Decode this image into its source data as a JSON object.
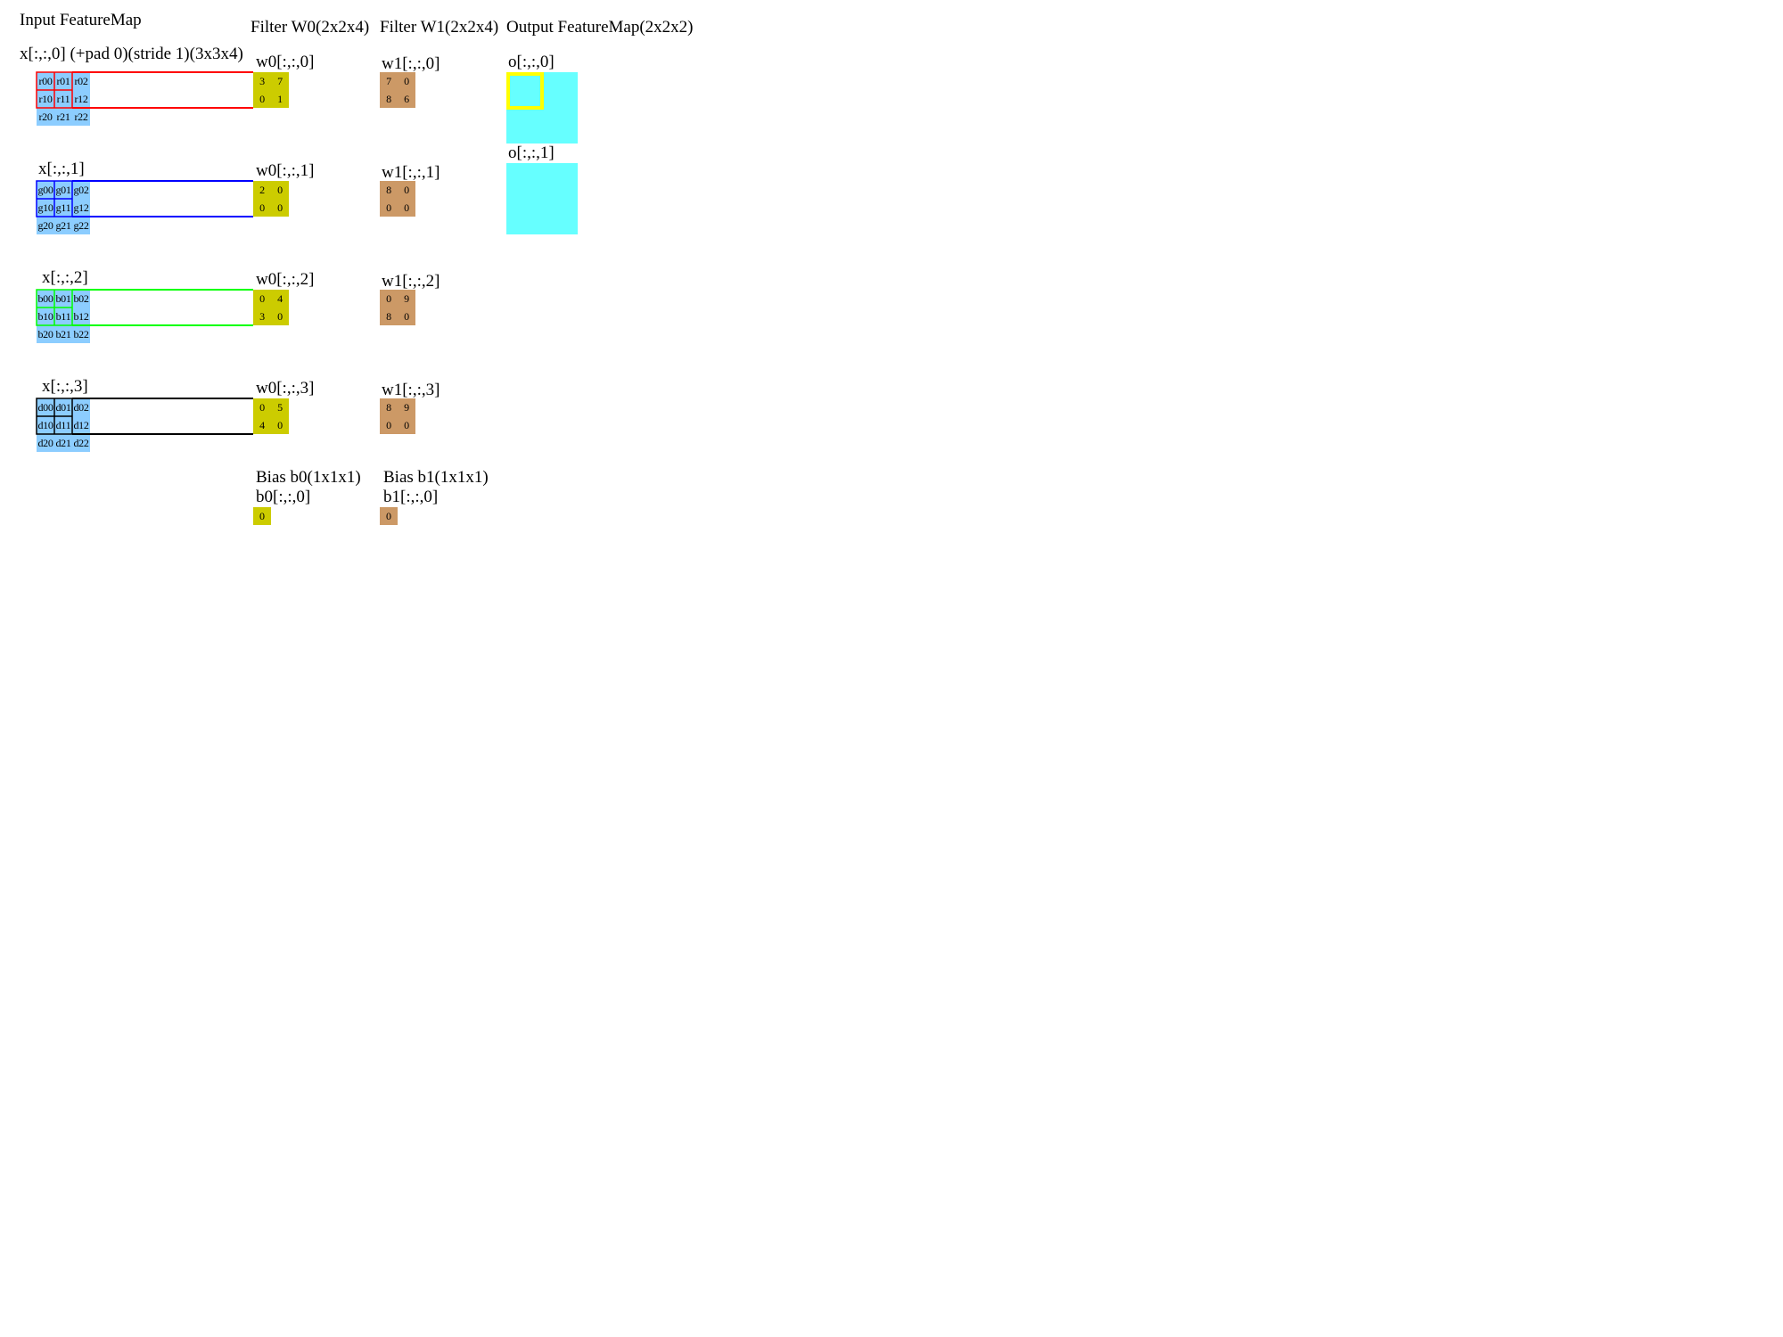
{
  "headers": {
    "input": "Input FeatureMap",
    "filter0": "Filter W0(2x2x4)",
    "filter1": "Filter W1(2x2x4)",
    "output": "Output FeatureMap(2x2x2)"
  },
  "input": {
    "first_label": "x[:,:,0] (+pad 0)(stride 1)(3x3x4)",
    "channels": [
      {
        "label": "x[:,:,0]",
        "cells": [
          "r00",
          "r01",
          "r02",
          "r10",
          "r11",
          "r12",
          "r20",
          "r21",
          "r22"
        ]
      },
      {
        "label": "x[:,:,1]",
        "cells": [
          "g00",
          "g01",
          "g02",
          "g10",
          "g11",
          "g12",
          "g20",
          "g21",
          "g22"
        ]
      },
      {
        "label": "x[:,:,2]",
        "cells": [
          "b00",
          "b01",
          "b02",
          "b10",
          "b11",
          "b12",
          "b20",
          "b21",
          "b22"
        ]
      },
      {
        "label": "x[:,:,3]",
        "cells": [
          "d00",
          "d01",
          "d02",
          "d10",
          "d11",
          "d12",
          "d20",
          "d21",
          "d22"
        ]
      }
    ]
  },
  "filter_w0": {
    "color": "#cccc00",
    "slices": [
      {
        "label": "w0[:,:,0]",
        "values": [
          "3",
          "7",
          "0",
          "1"
        ]
      },
      {
        "label": "w0[:,:,1]",
        "values": [
          "2",
          "0",
          "0",
          "0"
        ]
      },
      {
        "label": "w0[:,:,2]",
        "values": [
          "0",
          "4",
          "3",
          "0"
        ]
      },
      {
        "label": "w0[:,:,3]",
        "values": [
          "0",
          "5",
          "4",
          "0"
        ]
      }
    ]
  },
  "filter_w1": {
    "color": "#cc9966",
    "slices": [
      {
        "label": "w1[:,:,0]",
        "values": [
          "7",
          "0",
          "8",
          "6"
        ]
      },
      {
        "label": "w1[:,:,1]",
        "values": [
          "8",
          "0",
          "0",
          "0"
        ]
      },
      {
        "label": "w1[:,:,2]",
        "values": [
          "0",
          "9",
          "8",
          "0"
        ]
      },
      {
        "label": "w1[:,:,3]",
        "values": [
          "8",
          "9",
          "0",
          "0"
        ]
      }
    ]
  },
  "bias": {
    "b0": {
      "title": "Bias b0(1x1x1)",
      "label": "b0[:,:,0]",
      "value": "0"
    },
    "b1": {
      "title": "Bias b1(1x1x1)",
      "label": "b1[:,:,0]",
      "value": "0"
    }
  },
  "output": {
    "color": "#66ffff",
    "highlight_color": "#ffff00",
    "channels": [
      {
        "label": "o[:,:,0]"
      },
      {
        "label": "o[:,:,1]"
      }
    ]
  },
  "channel_colors": {
    "c0": "#ff0000",
    "c1": "#0000ff",
    "c2": "#00ff00",
    "c3": "#000000"
  }
}
